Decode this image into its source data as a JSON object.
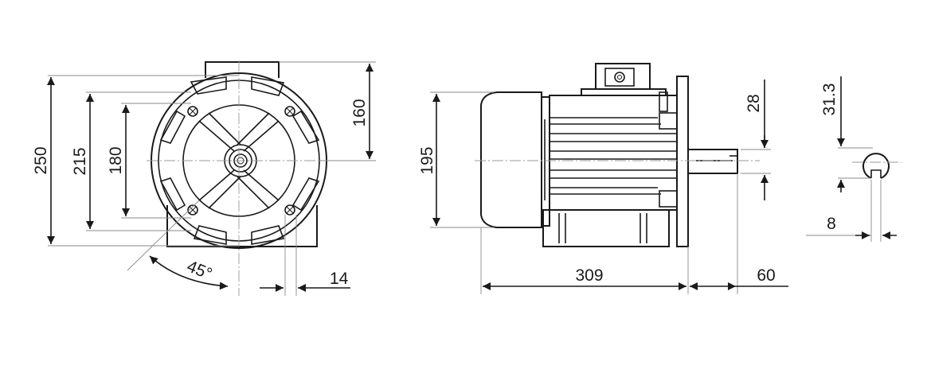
{
  "dimensions": {
    "overall_height": "250",
    "flange_height": "215",
    "mount_hole_spacing": "180",
    "terminal_box_height": "160",
    "bolt_angle": "45°",
    "bolt_hole": "14",
    "body_diameter": "195",
    "body_length": "309",
    "shaft_length": "60",
    "shaft_diameter": "28",
    "key_height": "31.3",
    "key_width": "8"
  },
  "colors": {
    "line": "#1a1a1a",
    "extension_line": "#8a8a8a",
    "background": "#ffffff"
  }
}
